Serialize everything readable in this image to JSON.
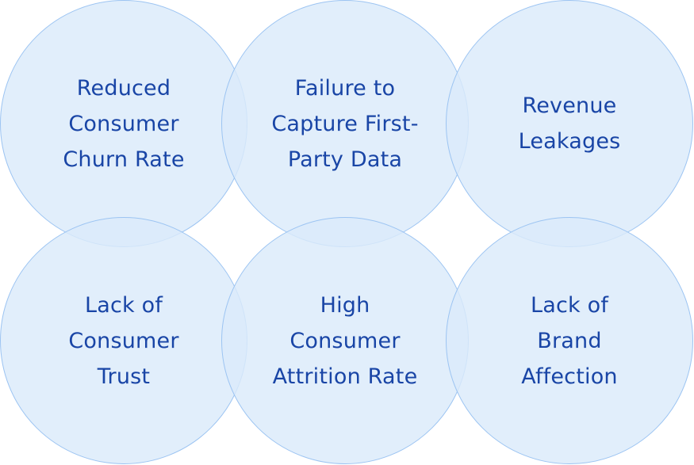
{
  "colors": {
    "bubble_fill": "#dbeafa",
    "bubble_border": "#9cc4f2",
    "text": "#1945a6",
    "background": "#ffffff"
  },
  "bubbles": [
    {
      "label": "Reduced\nConsumer\nChurn Rate"
    },
    {
      "label": "Failure to\nCapture First-\nParty Data"
    },
    {
      "label": "Revenue\nLeakages"
    },
    {
      "label": "Lack of\nConsumer\nTrust"
    },
    {
      "label": "High\nConsumer\nAttrition Rate"
    },
    {
      "label": "Lack of\nBrand\nAffection"
    }
  ]
}
